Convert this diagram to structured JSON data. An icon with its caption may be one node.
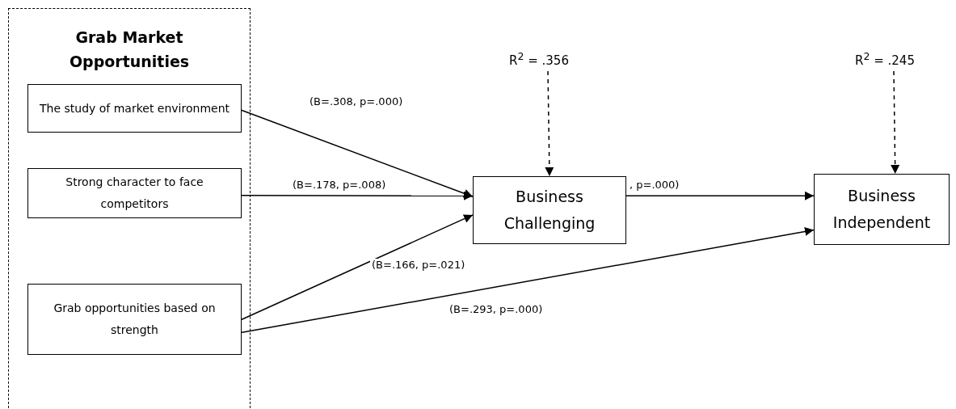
{
  "diagram": {
    "nodes": [
      {
        "text": [
          "Grab Market Opportunities"
        ]
      },
      {
        "text": [
          "The study of market environment"
        ],
        "in": 0
      },
      {
        "text": [
          "Strong character to face competitors"
        ],
        "in": 0
      },
      {
        "text": [
          "Grab opportunities based on strength"
        ],
        "in": 0
      },
      {
        "text": [
          "Business Challenging"
        ]
      },
      {
        "text": [
          "Business Independent"
        ]
      },
      {
        "text": [
          "R$^{2}$ = .356"
        ]
      },
      {
        "text": [
          "R$^{2}$ = .245"
        ]
      }
    ],
    "edges": [
      {
        "from": 1,
        "to": 4,
        "arrow": "to",
        "label": "(B=.308, p=.000)"
      },
      {
        "from": 2,
        "to": 4,
        "arrow": "to",
        "label": "(B=.178, p=.008)"
      },
      {
        "from": 3,
        "to": 4,
        "arrow": "to",
        "label": "(B=.166, p=.021)"
      },
      {
        "from": 3,
        "to": 5,
        "arrow": "to",
        "label": "(B=.293, p=.000)"
      },
      {
        "from": 4,
        "to": 5,
        "arrow": "to",
        "label": ", p=.000)"
      },
      {
        "from": 6,
        "to": 4,
        "arrow": "to",
        "style": "dashed"
      },
      {
        "from": 7,
        "to": 5,
        "arrow": "to",
        "style": "dashed"
      }
    ]
  }
}
